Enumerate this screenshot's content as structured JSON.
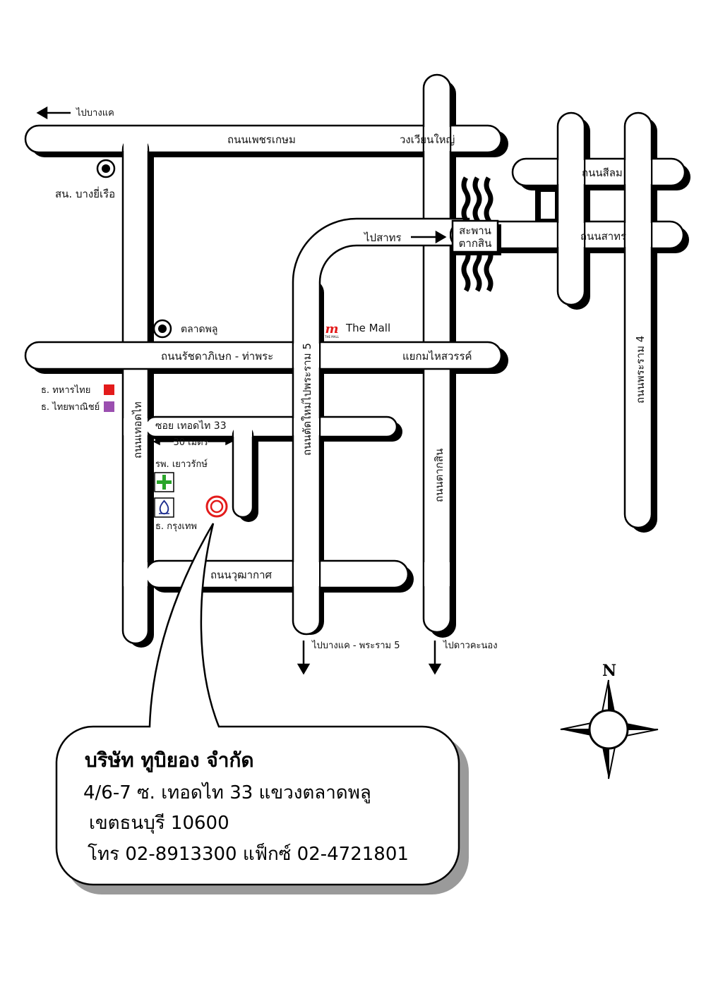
{
  "labels": {
    "to_bangkhae_top": "ไปบางแค",
    "phetkasem": "ถนนเพชรเกษม",
    "wongwian_yai": "วงเวียนใหญ่",
    "silom": "ถนนสีลม",
    "sathorn": "ถนนสาทร",
    "to_sathorn": "ไปสาทร",
    "bridge_line1": "สะพาน",
    "bridge_line2": "ตากสิน",
    "bang_yi_ruea": "สน. บางยี่เรือ",
    "talat_phlu": "ตลาดพลู",
    "the_mall": "The Mall",
    "the_mall_logo_text": "THE MALL",
    "ratchada": "ถนนรัชดาภิเษก - ท่าพระ",
    "kham_sawan": "แยกมไหสวรรค์",
    "rama4": "ถนนพระราม 4",
    "military_bank": "ธ. ทหารไทย",
    "scb": "ธ. ไทยพาณิชย์",
    "soi_thoet_thai": "ซอย  เทอดไท 33",
    "distance": "30 เมตร",
    "thoet_thai_rd": "ถนนเทอดไท",
    "new_rd_rama5": "ถนนตัดใหม่ไปพระราม 5",
    "taksin_rd": "ถนนตากสิน",
    "hospital": "รพ. เยาวรักษ์",
    "bangkok_bank": "ธ. กรุงเทพ",
    "wutthakat": "ถนนวุฒากาศ",
    "to_bangkhae_rama5": "ไปบางแค - พระราม 5",
    "to_dao_khanong": "ไปดาวคะนอง",
    "north": "N"
  },
  "address": {
    "company": "บริษัท ทูบิยอง จำกัด",
    "line1": "4/6-7 ซ. เทอดไท 33 แขวงตลาดพลู",
    "line2": "เขตธนบุรี   10600",
    "line3": "โทร   02-8913300   แฟ็กซ์ 02-4721801"
  },
  "colors": {
    "military_bank": "#e31b1b",
    "scb": "#9b4fb0",
    "hospital_cross": "#2aa52a",
    "target": "#e31b1b",
    "the_mall": "#e31b1b",
    "bangkok_bank": "#1f2f8f"
  }
}
